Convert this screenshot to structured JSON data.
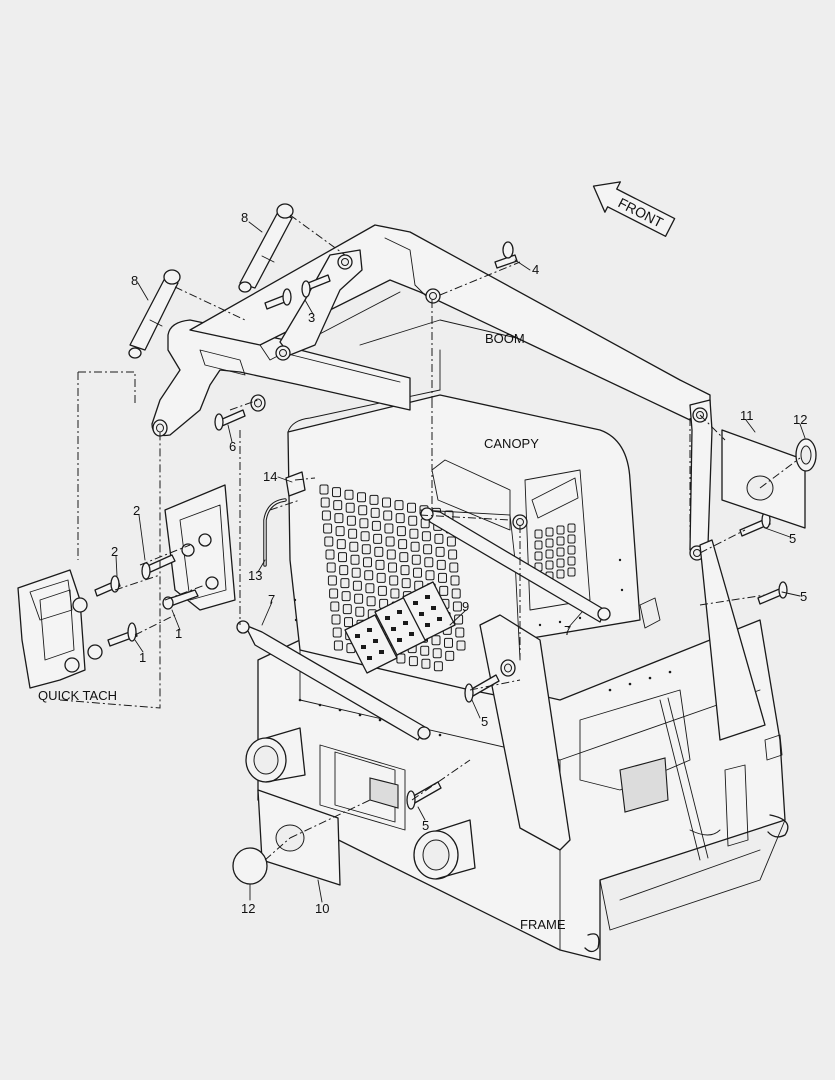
{
  "sections": {
    "boom": "BOOM",
    "canopy": "CANOPY",
    "frame": "FRAME",
    "quick_tach": "QUICK TACH"
  },
  "front_arrow": "FRONT",
  "callouts": {
    "c1a": "1",
    "c1b": "1",
    "c2a": "2",
    "c2b": "2",
    "c3": "3",
    "c4": "4",
    "c5a": "5",
    "c5b": "5",
    "c5c": "5",
    "c5d": "5",
    "c6": "6",
    "c7a": "7",
    "c7b": "7",
    "c8a": "8",
    "c8b": "8",
    "c9": "9",
    "c10": "10",
    "c11": "11",
    "c12a": "12",
    "c12b": "12",
    "c13": "13",
    "c14": "14"
  }
}
